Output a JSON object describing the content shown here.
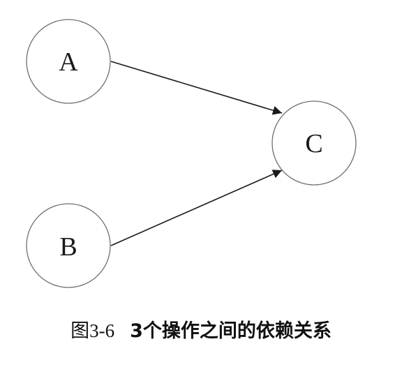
{
  "diagram": {
    "nodes": [
      {
        "id": "A",
        "label": "A"
      },
      {
        "id": "B",
        "label": "B"
      },
      {
        "id": "C",
        "label": "C"
      }
    ],
    "edges": [
      {
        "from": "A",
        "to": "C"
      },
      {
        "from": "B",
        "to": "C"
      }
    ]
  },
  "caption": {
    "figure_number": "图3-6",
    "title": "3个操作之间的依赖关系"
  }
}
